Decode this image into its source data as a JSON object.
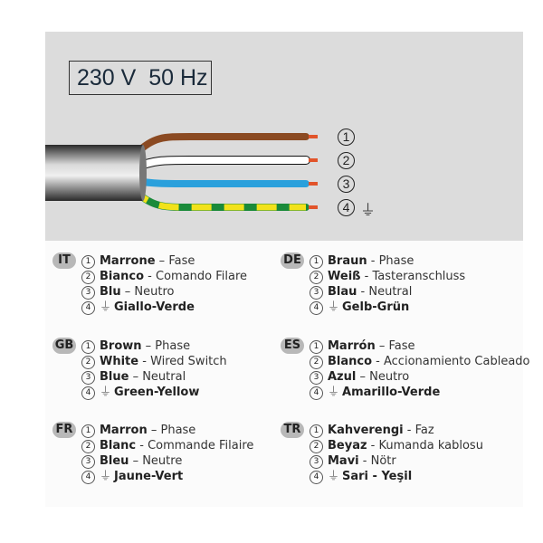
{
  "header": {
    "voltage": "230 V  50 Hz"
  },
  "wires": [
    {
      "num": "1",
      "color": "#8b4a22"
    },
    {
      "num": "2",
      "color": "#ffffff"
    },
    {
      "num": "3",
      "color": "#2aa0dc"
    },
    {
      "num": "4",
      "color": "#1a8a3a",
      "stripe": "#f2e21a",
      "earth": "⏚"
    }
  ],
  "tip_color": "#e2542a",
  "earth_symbol": "⏚",
  "languages": [
    {
      "code": "IT",
      "items": [
        {
          "n": "①",
          "name": "Marrone",
          "sep": " – ",
          "desc": "Fase"
        },
        {
          "n": "②",
          "name": "Bianco",
          "sep": " - ",
          "desc": "Comando Filare"
        },
        {
          "n": "③",
          "name": "Blu",
          "sep": " – ",
          "desc": "Neutro"
        },
        {
          "n": "④",
          "name": "Giallo-Verde",
          "sep": "",
          "desc": ""
        }
      ]
    },
    {
      "code": "DE",
      "items": [
        {
          "n": "①",
          "name": "Braun",
          "sep": " - ",
          "desc": "Phase"
        },
        {
          "n": "②",
          "name": "Weiß",
          "sep": " - ",
          "desc": "Tasteranschluss"
        },
        {
          "n": "③",
          "name": "Blau",
          "sep": " - ",
          "desc": "Neutral"
        },
        {
          "n": "④",
          "name": "Gelb-Grün",
          "sep": "",
          "desc": ""
        }
      ]
    },
    {
      "code": "GB",
      "items": [
        {
          "n": "①",
          "name": "Brown",
          "sep": " – ",
          "desc": "Phase"
        },
        {
          "n": "②",
          "name": "White",
          "sep": " - ",
          "desc": "Wired Switch"
        },
        {
          "n": "③",
          "name": "Blue",
          "sep": " – ",
          "desc": "Neutral"
        },
        {
          "n": "④",
          "name": "Green-Yellow",
          "sep": "",
          "desc": ""
        }
      ]
    },
    {
      "code": "ES",
      "items": [
        {
          "n": "①",
          "name": "Marrón",
          "sep": " – ",
          "desc": "Fase"
        },
        {
          "n": "②",
          "name": "Blanco",
          "sep": " - ",
          "desc": "Accionamiento Cableado"
        },
        {
          "n": "③",
          "name": "Azul",
          "sep": " – ",
          "desc": "Neutro"
        },
        {
          "n": "④",
          "name": "Amarillo-Verde",
          "sep": "",
          "desc": ""
        }
      ]
    },
    {
      "code": "FR",
      "items": [
        {
          "n": "①",
          "name": "Marron",
          "sep": " – ",
          "desc": "Phase"
        },
        {
          "n": "②",
          "name": "Blanc",
          "sep": " - ",
          "desc": "Commande Filaire"
        },
        {
          "n": "③",
          "name": "Bleu",
          "sep": " – ",
          "desc": "Neutre"
        },
        {
          "n": "④",
          "name": "Jaune-Vert",
          "sep": "",
          "desc": ""
        }
      ]
    },
    {
      "code": "TR",
      "items": [
        {
          "n": "①",
          "name": "Kahverengi",
          "sep": " - ",
          "desc": "Faz"
        },
        {
          "n": "②",
          "name": "Beyaz",
          "sep": " - ",
          "desc": "Kumanda kablosu"
        },
        {
          "n": "③",
          "name": "Mavi",
          "sep": " - ",
          "desc": "Nötr"
        },
        {
          "n": "④",
          "name": "Sari - Yeşil",
          "sep": "",
          "desc": ""
        }
      ]
    }
  ]
}
